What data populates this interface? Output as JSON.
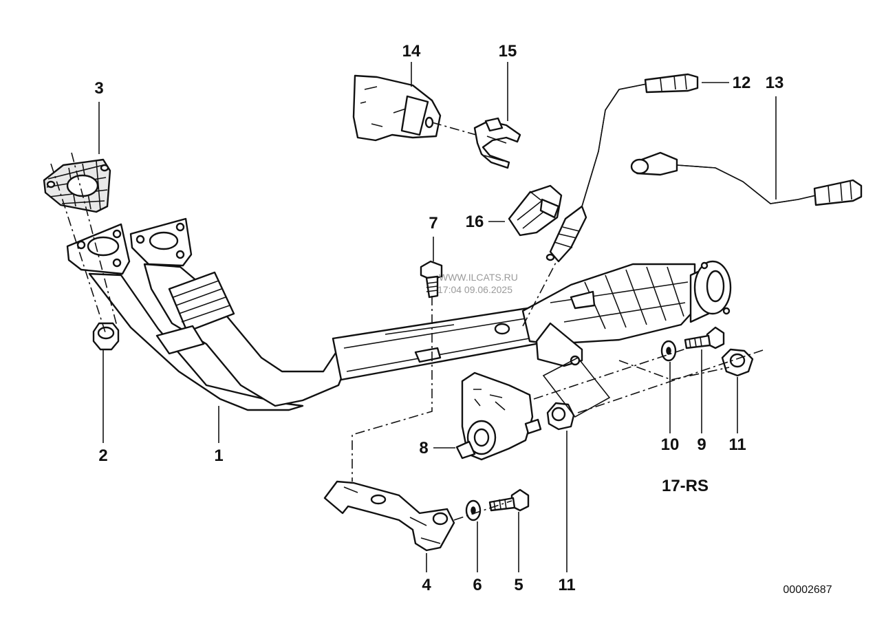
{
  "diagram": {
    "callouts": {
      "c1": "1",
      "c2": "2",
      "c3": "3",
      "c4": "4",
      "c5": "5",
      "c6": "6",
      "c7": "7",
      "c8": "8",
      "c9": "9",
      "c10": "10",
      "c11a": "11",
      "c11b": "11",
      "c12": "12",
      "c13": "13",
      "c14": "14",
      "c15": "15",
      "c16": "16"
    },
    "group_code": "17-RS",
    "drawing_number": "00002687",
    "watermark": {
      "line1": "WWW.ILCATS.RU",
      "line2": "17:04 09.06.2025"
    }
  }
}
